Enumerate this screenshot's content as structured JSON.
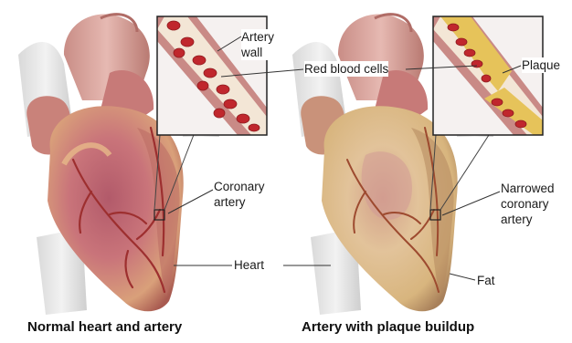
{
  "labels": {
    "artery_wall": "Artery\nwall",
    "red_blood_cells": "Red blood cells",
    "plaque": "Plaque",
    "coronary_artery": "Coronary\nartery",
    "narrowed_coronary_artery": "Narrowed\ncoronary\nartery",
    "heart": "Heart",
    "fat": "Fat"
  },
  "captions": {
    "normal": "Normal heart and artery",
    "plaque": "Artery with plaque buildup"
  }
}
